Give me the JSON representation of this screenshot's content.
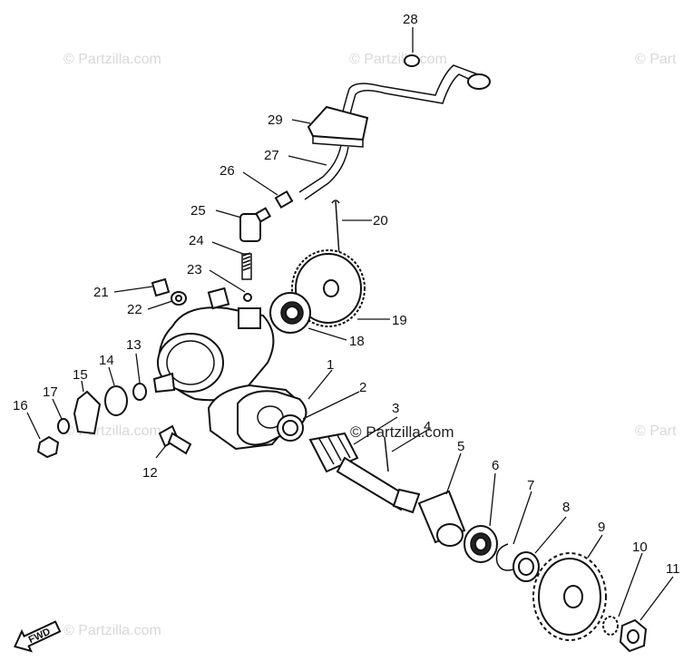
{
  "watermarks": [
    "© Partzilla.com",
    "© Partzilla.com",
    "© Part",
    "© Partzilla.com",
    "© Partzilla.com",
    "© Partzilla.com",
    "© Part"
  ],
  "callouts": {
    "p1": "1",
    "p2": "2",
    "p3": "3",
    "p4": "4",
    "p5": "5",
    "p6": "6",
    "p7": "7",
    "p8": "8",
    "p9": "9",
    "p10": "10",
    "p11": "11",
    "p12": "12",
    "p13": "13",
    "p14": "14",
    "p15": "15",
    "p16": "16",
    "p17": "17",
    "p18": "18",
    "p19": "19",
    "p20": "20",
    "p21": "21",
    "p22": "22",
    "p23": "23",
    "p24": "24",
    "p25": "25",
    "p26": "26",
    "p27": "27",
    "p28": "28",
    "p29": "29"
  },
  "direction_arrow": "FWD",
  "colors": {
    "line": "#111111",
    "watermark": "#d8d8d8",
    "background": "#ffffff"
  }
}
